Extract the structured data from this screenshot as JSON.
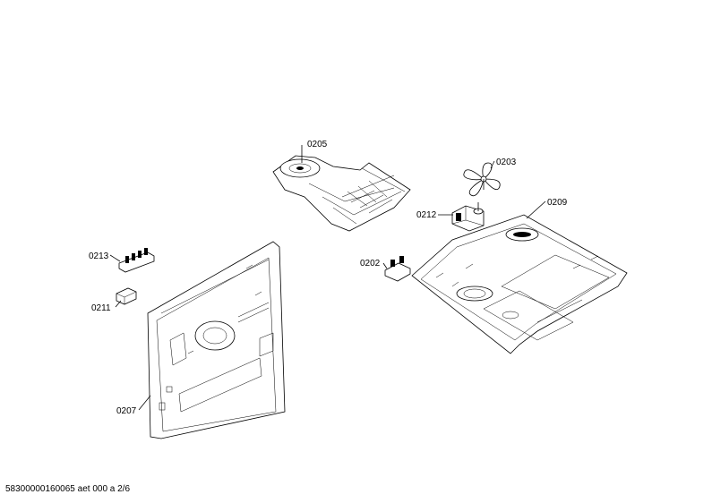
{
  "labels": {
    "p0205": "0205",
    "p0203": "0203",
    "p0212": "0212",
    "p0209": "0209",
    "p0213": "0213",
    "p0202": "0202",
    "p0211": "0211",
    "p0207": "0207"
  },
  "footer": "58300000160065 aet 000 a 2/6"
}
